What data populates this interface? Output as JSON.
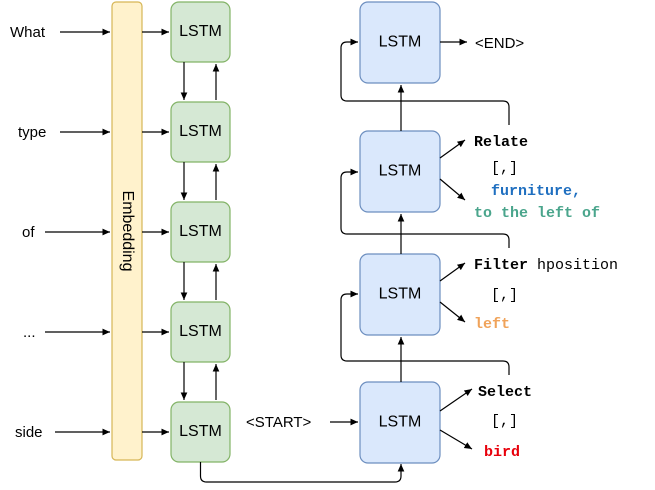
{
  "encoder": {
    "inputs": [
      "What",
      "type",
      "of",
      "...",
      "side"
    ],
    "embedding_label": "Embedding",
    "cell_label": "LSTM"
  },
  "decoder": {
    "cell_label": "LSTM",
    "start_token": "<START>",
    "end_token": "<END>",
    "steps": [
      {
        "op": "Select",
        "arg_text": "",
        "bracket": "[,]",
        "values": [
          "bird"
        ],
        "value_colors": [
          "#e8000b"
        ]
      },
      {
        "op": "Filter",
        "arg_text": "hposition",
        "bracket": "[,]",
        "values": [
          "left"
        ],
        "value_colors": [
          "#f0a35a"
        ]
      },
      {
        "op": "Relate",
        "arg_text": "",
        "bracket": "[,]",
        "values": [
          "furniture,",
          "to the left of"
        ],
        "value_colors": [
          "#1f6fc0",
          "#4aa58c"
        ]
      }
    ]
  },
  "colors": {
    "encoder_fill": "#d5e8d4",
    "encoder_stroke": "#82b366",
    "decoder_fill": "#dae8fc",
    "decoder_stroke": "#6c8ebf",
    "embedding_fill": "#fff2cc",
    "embedding_stroke": "#d6b656"
  }
}
